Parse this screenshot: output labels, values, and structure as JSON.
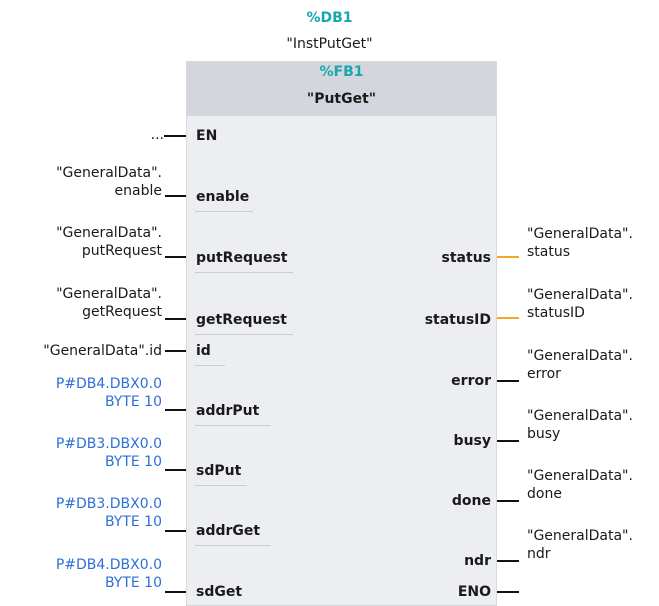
{
  "instance": {
    "db_number": "%DB1",
    "db_name": "\"InstPutGet\""
  },
  "block": {
    "fb_number": "%FB1",
    "fb_name": "\"PutGet\""
  },
  "inputs": [
    {
      "pin": "EN",
      "param_lines": [
        "..."
      ]
    },
    {
      "pin": "enable",
      "param_lines": [
        "\"GeneralData\".",
        "enable"
      ]
    },
    {
      "pin": "putRequest",
      "param_lines": [
        "\"GeneralData\".",
        "putRequest"
      ]
    },
    {
      "pin": "getRequest",
      "param_lines": [
        "\"GeneralData\".",
        "getRequest"
      ]
    },
    {
      "pin": "id",
      "param_lines": [
        "\"GeneralData\".id"
      ]
    },
    {
      "pin": "addrPut",
      "param_lines": [
        "P#DB4.DBX0.0",
        "BYTE 10"
      ]
    },
    {
      "pin": "sdPut",
      "param_lines": [
        "P#DB3.DBX0.0",
        "BYTE 10"
      ]
    },
    {
      "pin": "addrGet",
      "param_lines": [
        "P#DB3.DBX0.0",
        "BYTE 10"
      ]
    },
    {
      "pin": "sdGet",
      "param_lines": [
        "P#DB4.DBX0.0",
        "BYTE 10"
      ]
    }
  ],
  "outputs": [
    {
      "pin": "status",
      "param_lines": [
        "\"GeneralData\".",
        "status"
      ]
    },
    {
      "pin": "statusID",
      "param_lines": [
        "\"GeneralData\".",
        "statusID"
      ]
    },
    {
      "pin": "error",
      "param_lines": [
        "\"GeneralData\".",
        "error"
      ]
    },
    {
      "pin": "busy",
      "param_lines": [
        "\"GeneralData\".",
        "busy"
      ]
    },
    {
      "pin": "done",
      "param_lines": [
        "\"GeneralData\".",
        "done"
      ]
    },
    {
      "pin": "ndr",
      "param_lines": [
        "\"GeneralData\".",
        "ndr"
      ]
    },
    {
      "pin": "ENO",
      "param_lines": []
    }
  ],
  "colors": {
    "db_accent": "#17a7ad",
    "pointer_text": "#2e6fd8",
    "output_wire": "#f5a623",
    "input_wire": "#111111",
    "block_body": "#eceef1",
    "block_header": "#d3d7dd"
  }
}
